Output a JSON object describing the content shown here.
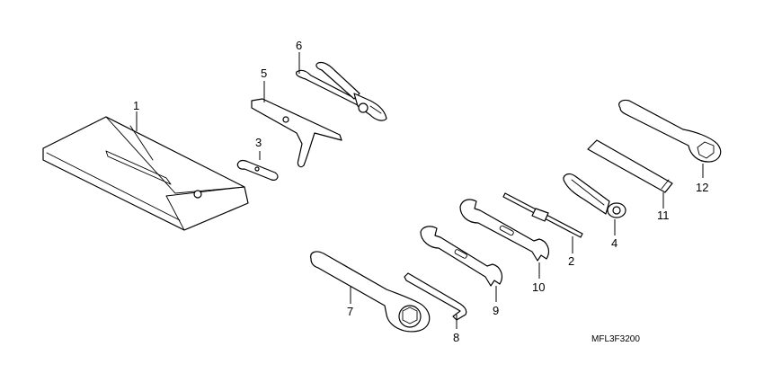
{
  "callouts": {
    "c1": "1",
    "c2": "2",
    "c3": "3",
    "c4": "4",
    "c5": "5",
    "c6": "6",
    "c7": "7",
    "c8": "8",
    "c9": "9",
    "c10": "10",
    "c11": "11",
    "c12": "12"
  },
  "diagram_code": "MFL3F3200"
}
